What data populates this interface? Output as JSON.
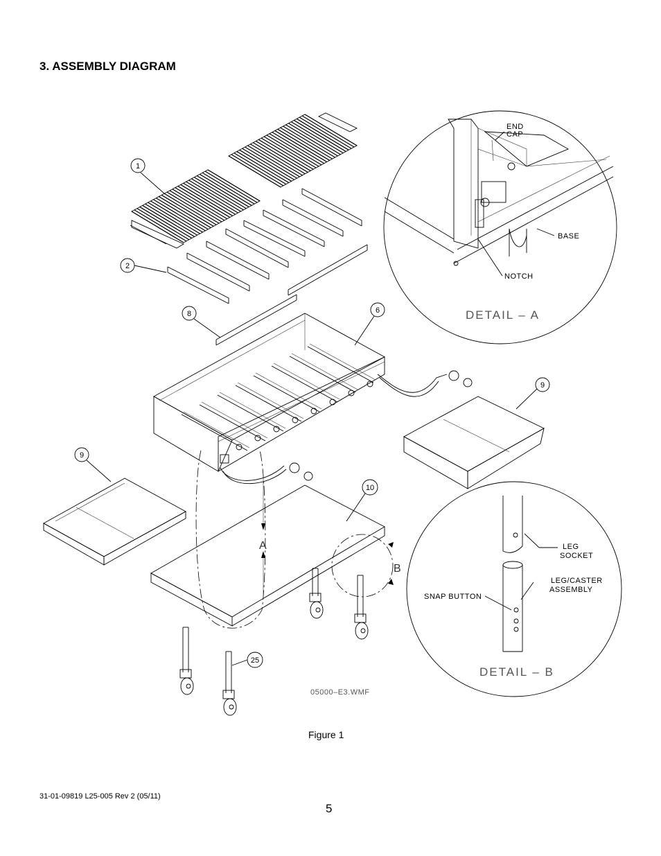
{
  "heading": "3.  ASSEMBLY DIAGRAM",
  "callouts": {
    "c1": "1",
    "c2": "2",
    "c8": "8",
    "c6": "6",
    "c9a": "9",
    "c9b": "9",
    "c10": "10",
    "c25": "25"
  },
  "view_letters": {
    "a": "A",
    "b": "B"
  },
  "detail_a": {
    "end_cap": "END CAP",
    "base": "BASE",
    "notch": "NOTCH",
    "title": "DETAIL  –  A"
  },
  "detail_b": {
    "leg_socket": "LEG SOCKET",
    "snap_button": "SNAP  BUTTON",
    "leg_caster": "LEG/CASTER ASSEMBLY",
    "title": "DETAIL  –  B"
  },
  "drawing_file": "05000–E3.WMF",
  "caption": "Figure 1",
  "footer_id": "31-01-09819   L25-005  Rev 2  (05/11)",
  "page_number": "5"
}
